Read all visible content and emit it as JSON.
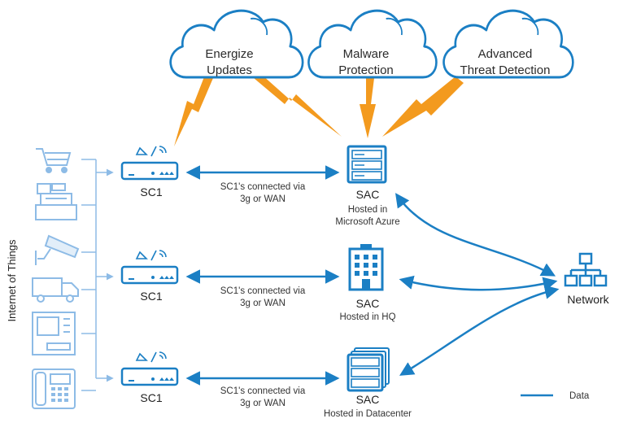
{
  "clouds": [
    {
      "line1": "Energize",
      "line2": "Updates"
    },
    {
      "line1": "Malware",
      "line2": "Protection"
    },
    {
      "line1": "Advanced",
      "line2": "Threat Detection"
    }
  ],
  "side_label": "Internet of Things",
  "rows": [
    {
      "device": "SC1",
      "link_line1": "SC1's connected via",
      "link_line2": "3g or WAN",
      "server": "SAC",
      "host_line1": "Hosted in",
      "host_line2": "Microsoft Azure"
    },
    {
      "device": "SC1",
      "link_line1": "SC1's connected via",
      "link_line2": "3g or WAN",
      "server": "SAC",
      "host_line1": "Hosted in HQ",
      "host_line2": ""
    },
    {
      "device": "SC1",
      "link_line1": "SC1's connected via",
      "link_line2": "3g or WAN",
      "server": "SAC",
      "host_line1": "Hosted in Datacenter",
      "host_line2": ""
    }
  ],
  "network_label": "Network",
  "legend_label": "Data",
  "iot_icons": [
    "shopping-cart-icon",
    "cash-register-icon",
    "security-camera-icon",
    "truck-icon",
    "atm-icon",
    "phone-icon"
  ],
  "colors": {
    "blue": "#1b7fc4",
    "light_blue": "#8dbbe6",
    "orange": "#f39a1e",
    "cloud_fill": "#ffffff"
  }
}
